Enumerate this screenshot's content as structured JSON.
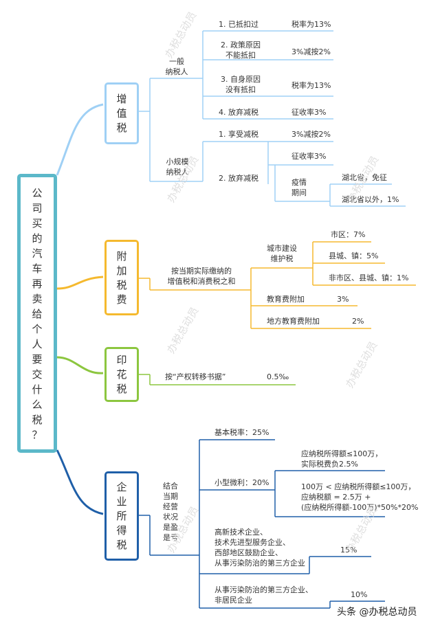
{
  "root": {
    "text": "公\n司\n买\n的\n汽\n车\n再\n卖\n给\n个\n人\n要\n交\n什\n么\n税\n？"
  },
  "vat": {
    "title": "增\n值\n税",
    "general": {
      "label": "一般\n纳税人",
      "items": [
        {
          "label": "1. 已抵扣过",
          "value": "税率为13%"
        },
        {
          "label": "2. 政策原因\n不能抵扣",
          "value": "3%减按2%"
        },
        {
          "label": "3. 自身原因\n没有抵扣",
          "value": "税率为13%"
        },
        {
          "label": "4. 放弃减税",
          "value": "征收率3%"
        }
      ]
    },
    "small": {
      "label": "小规模\n纳税人",
      "enjoy": {
        "label": "1. 享受减税",
        "value": "3%减按2%"
      },
      "waive": {
        "label": "2. 放弃减税",
        "value": "征收率3%",
        "epidemic": {
          "label": "疫情\n期间",
          "hubei": "湖北省，免征",
          "outside": "湖北省以外，1%"
        }
      }
    }
  },
  "surcharge": {
    "title": "附\n加\n税\n费",
    "basis": "按当期实际缴纳的\n增值税和消费税之和",
    "urban": {
      "label": "城市建设\n维护税",
      "rates": [
        "市区：7%",
        "县城、镇：5%",
        "非市区、县城、镇：1%"
      ]
    },
    "edu": {
      "label": "教育费附加",
      "value": "3%"
    },
    "local_edu": {
      "label": "地方教育费附加",
      "value": "2%"
    }
  },
  "stamp": {
    "title": "印\n花\n税",
    "basis": "按“产权转移书据”",
    "value": "0.5‰"
  },
  "cit": {
    "title": "企\n业\n所\n得\n税",
    "note": "结合\n当期\n经营\n状况\n是盈\n是亏",
    "basic": "基本税率：25%",
    "micro": {
      "label": "小型微利：20%",
      "tier1": "应纳税所得额≤100万，\n实际税费负2.5%",
      "tier2": "100万 < 应纳税所得额≤100万，\n应纳税额 = 2.5万 +\n(应纳税所得额-100万)*50%*20%"
    },
    "hitech": {
      "label": "高新技术企业、\n技术先进型服务企业、\n西部地区鼓励企业、\n从事污染防治的第三方企业",
      "value": "15%"
    },
    "nonres": {
      "label": "从事污染防治的第三方企业、\n非居民企业",
      "value": "10%"
    }
  },
  "watermark": "办税总动员",
  "credit": "头条 @办税总动员"
}
